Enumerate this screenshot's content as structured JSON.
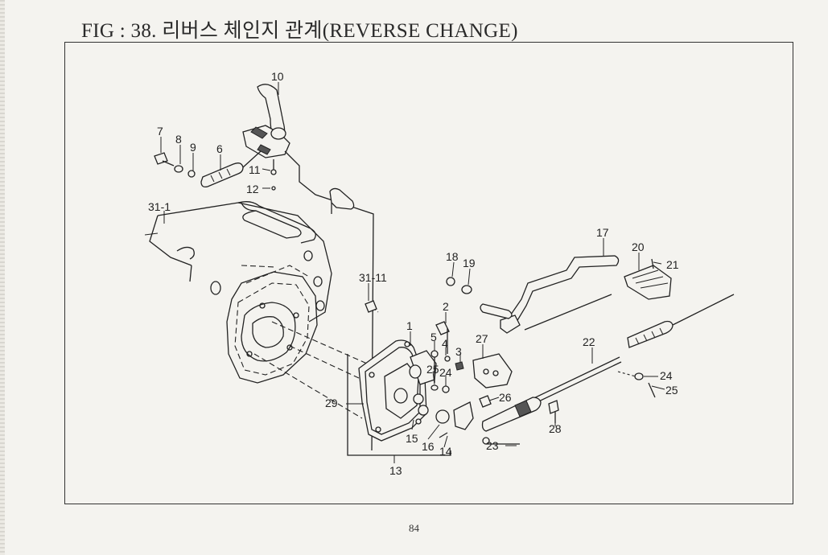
{
  "title": "FIG : 38. 리버스 체인지 관계(REVERSE CHANGE)",
  "page_number": "84",
  "callouts": {
    "c1": "1",
    "c2": "2",
    "c3": "3",
    "c4": "4",
    "c5": "5",
    "c6": "6",
    "c7": "7",
    "c8": "8",
    "c9": "9",
    "c10": "10",
    "c11": "11",
    "c12": "12",
    "c13": "13",
    "c14": "14",
    "c15": "15",
    "c16": "16",
    "c17": "17",
    "c18": "18",
    "c19": "19",
    "c20": "20",
    "c21": "21",
    "c22": "22",
    "c23": "23",
    "c24a": "24",
    "c24b": "24",
    "c25a": "25",
    "c25b": "25",
    "c26": "26",
    "c27": "27",
    "c28": "28",
    "c29": "29",
    "c31_1": "31-1",
    "c31_11": "31-11"
  }
}
